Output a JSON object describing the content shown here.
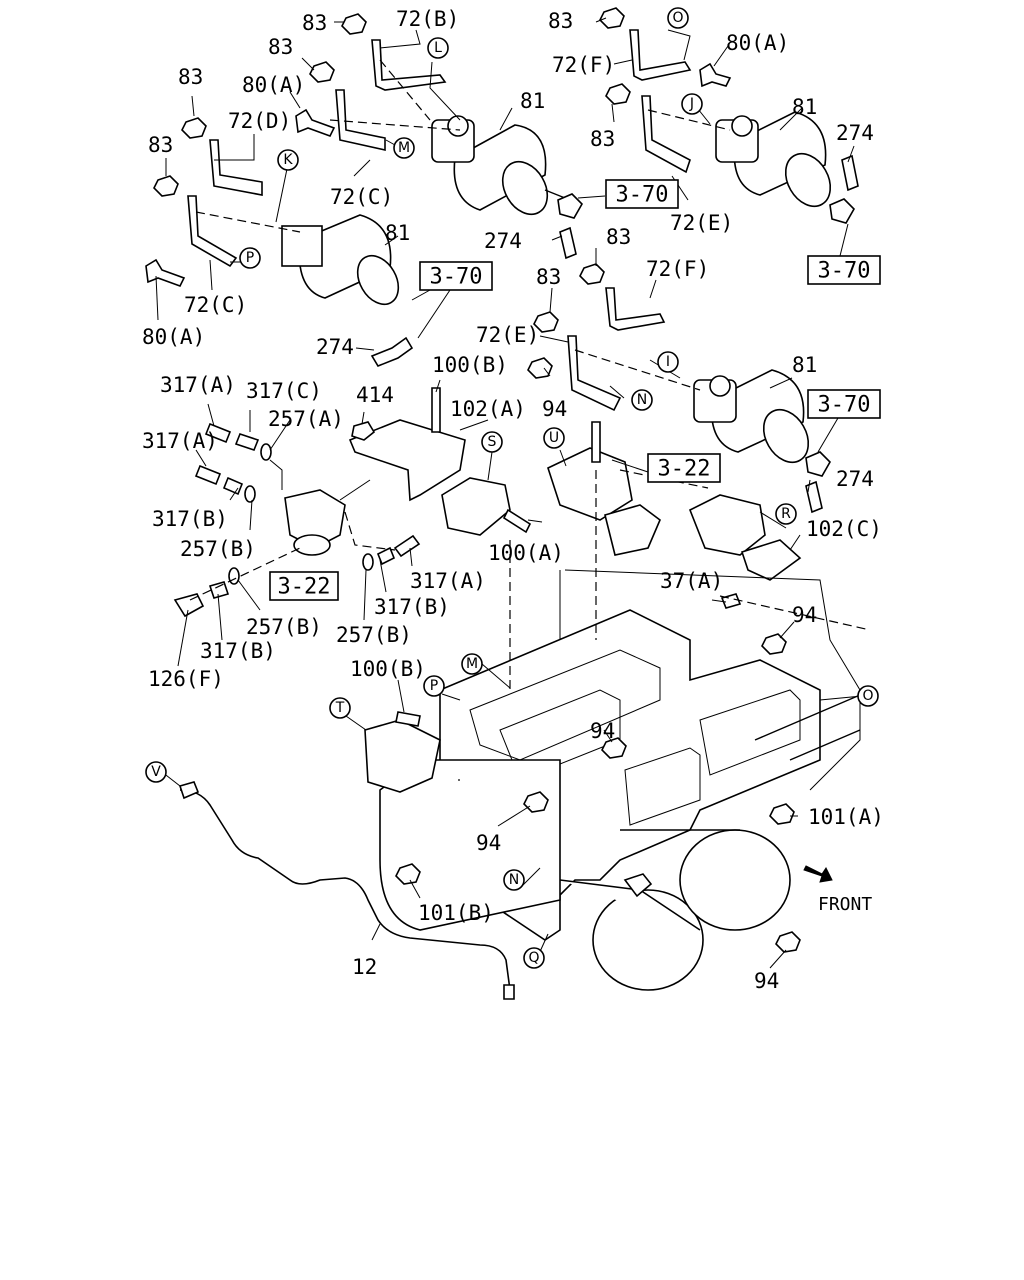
{
  "diagram": {
    "part_labels": [
      {
        "id": "p83a",
        "text": "83"
      },
      {
        "id": "p72b",
        "text": "72(B)"
      },
      {
        "id": "p83b",
        "text": "83"
      },
      {
        "id": "p80a1",
        "text": "80(A)"
      },
      {
        "id": "p83c",
        "text": "83"
      },
      {
        "id": "p72d",
        "text": "72(D)"
      },
      {
        "id": "p83d",
        "text": "83"
      },
      {
        "id": "p81a",
        "text": "81"
      },
      {
        "id": "p72c1",
        "text": "72(C)"
      },
      {
        "id": "p81b",
        "text": "81"
      },
      {
        "id": "p72c2",
        "text": "72(C)"
      },
      {
        "id": "p80a2",
        "text": "80(A)"
      },
      {
        "id": "p274a",
        "text": "274"
      },
      {
        "id": "p274b",
        "text": "274"
      },
      {
        "id": "p83e",
        "text": "83"
      },
      {
        "id": "p72f1",
        "text": "72(F)"
      },
      {
        "id": "p80a3",
        "text": "80(A)"
      },
      {
        "id": "p83f",
        "text": "83"
      },
      {
        "id": "p81c",
        "text": "81"
      },
      {
        "id": "p274c",
        "text": "274"
      },
      {
        "id": "p72e1",
        "text": "72(E)"
      },
      {
        "id": "p83g",
        "text": "83"
      },
      {
        "id": "p72f2",
        "text": "72(F)"
      },
      {
        "id": "p83h",
        "text": "83"
      },
      {
        "id": "p72e2",
        "text": "72(E)"
      },
      {
        "id": "p81d",
        "text": "81"
      },
      {
        "id": "p94a",
        "text": "94"
      },
      {
        "id": "p274d",
        "text": "274"
      },
      {
        "id": "p100b1",
        "text": "100(B)"
      },
      {
        "id": "p102a",
        "text": "102(A)"
      },
      {
        "id": "p414",
        "text": "414"
      },
      {
        "id": "p317a1",
        "text": "317(A)"
      },
      {
        "id": "p317c",
        "text": "317(C)"
      },
      {
        "id": "p257a",
        "text": "257(A)"
      },
      {
        "id": "p317a2",
        "text": "317(A)"
      },
      {
        "id": "p317b1",
        "text": "317(B)"
      },
      {
        "id": "p257b1",
        "text": "257(B)"
      },
      {
        "id": "p100a",
        "text": "100(A)"
      },
      {
        "id": "p102c",
        "text": "102(C)"
      },
      {
        "id": "p317a3",
        "text": "317(A)"
      },
      {
        "id": "p317b2",
        "text": "317(B)"
      },
      {
        "id": "p257b2",
        "text": "257(B)"
      },
      {
        "id": "p37a",
        "text": "37(A)"
      },
      {
        "id": "p94b",
        "text": "94"
      },
      {
        "id": "p257b3",
        "text": "257(B)"
      },
      {
        "id": "p317b3",
        "text": "317(B)"
      },
      {
        "id": "p126f",
        "text": "126(F)"
      },
      {
        "id": "p100b2",
        "text": "100(B)"
      },
      {
        "id": "p94c",
        "text": "94"
      },
      {
        "id": "p101a",
        "text": "101(A)"
      },
      {
        "id": "p94d",
        "text": "94"
      },
      {
        "id": "p101b",
        "text": "101(B)"
      },
      {
        "id": "p12",
        "text": "12"
      },
      {
        "id": "p94e",
        "text": "94"
      },
      {
        "id": "front",
        "text": "FRONT"
      }
    ],
    "boxed_refs": [
      {
        "id": "b370a",
        "text": "3-70"
      },
      {
        "id": "b370b",
        "text": "3-70"
      },
      {
        "id": "b370c",
        "text": "3-70"
      },
      {
        "id": "b370d",
        "text": "3-70"
      },
      {
        "id": "b322a",
        "text": "3-22"
      },
      {
        "id": "b322b",
        "text": "3-22"
      }
    ],
    "circled_letters": [
      {
        "id": "cL",
        "text": "L"
      },
      {
        "id": "cO1",
        "text": "O"
      },
      {
        "id": "cJ",
        "text": "J"
      },
      {
        "id": "cK",
        "text": "K"
      },
      {
        "id": "cM1",
        "text": "M"
      },
      {
        "id": "cP1",
        "text": "P"
      },
      {
        "id": "cI",
        "text": "I"
      },
      {
        "id": "cN1",
        "text": "N"
      },
      {
        "id": "cS",
        "text": "S"
      },
      {
        "id": "cU",
        "text": "U"
      },
      {
        "id": "cR",
        "text": "R"
      },
      {
        "id": "cM2",
        "text": "M"
      },
      {
        "id": "cP2",
        "text": "P"
      },
      {
        "id": "cO2",
        "text": "O"
      },
      {
        "id": "cT",
        "text": "T"
      },
      {
        "id": "cV",
        "text": "V"
      },
      {
        "id": "cN2",
        "text": "N"
      },
      {
        "id": "cQ",
        "text": "Q"
      }
    ]
  }
}
